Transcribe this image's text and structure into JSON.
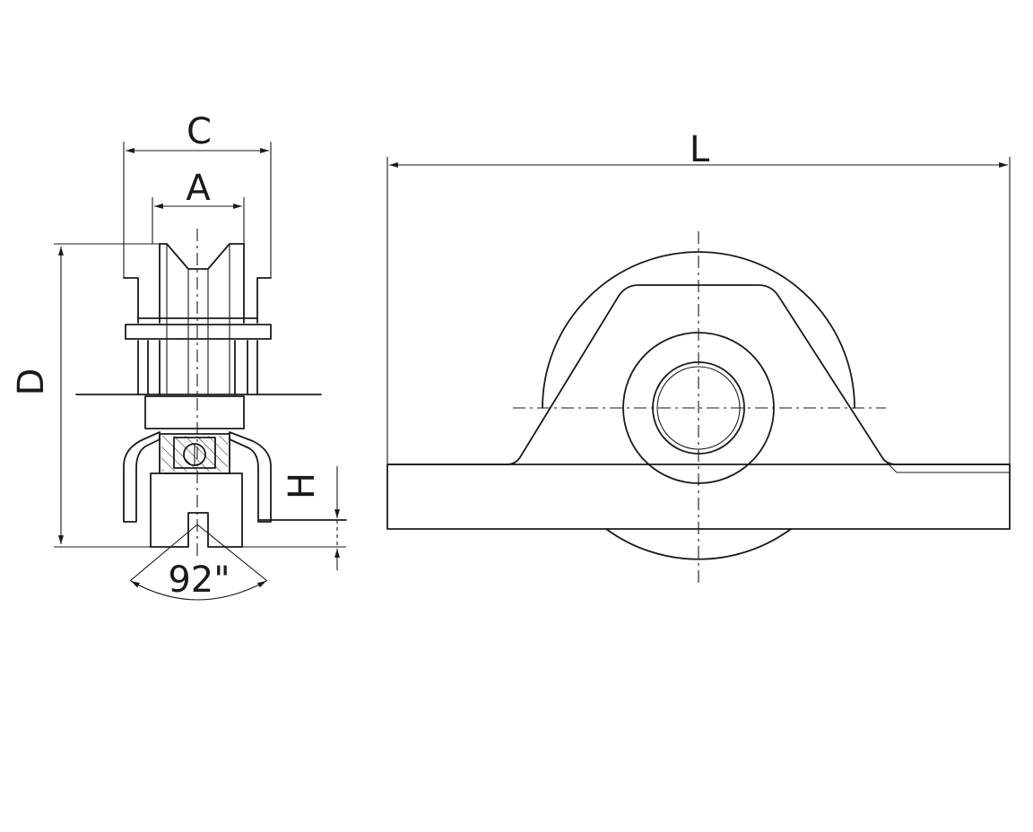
{
  "drawing": {
    "dimensions": {
      "c": "C",
      "a": "A",
      "d": "D",
      "h": "H",
      "l": "L",
      "angle": "92\""
    },
    "line_color": "#1a1a1a",
    "background": "#ffffff"
  }
}
